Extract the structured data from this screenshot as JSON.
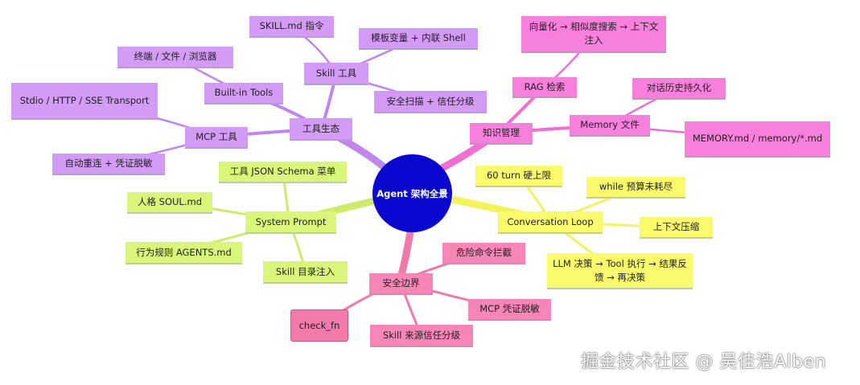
{
  "center": {
    "label": "Agent 架构全景"
  },
  "branches": {
    "tools": {
      "label": "工具生态",
      "skill": {
        "label": "Skill 工具",
        "children": [
          "SKILL.md 指令",
          "模板变量 + 内联 Shell",
          "安全扫描 + 信任分级"
        ]
      },
      "builtin": {
        "label": "Built-in Tools",
        "children": [
          "终端 / 文件 / 浏览器"
        ]
      },
      "mcp": {
        "label": "MCP 工具",
        "children": [
          "Stdio / HTTP / SSE Transport",
          "自动重连 + 凭证脱敏"
        ]
      }
    },
    "knowledge": {
      "label": "知识管理",
      "rag": {
        "label": "RAG 检索",
        "children": [
          "向量化 → 相似度搜索 → 上下文注入"
        ]
      },
      "memory": {
        "label": "Memory 文件",
        "children": [
          "对话历史持久化",
          "MEMORY.md / memory/*.md"
        ]
      }
    },
    "loop": {
      "label": "Conversation Loop",
      "children": [
        "60 turn 硬上限",
        "while 预算未耗尽",
        "上下文压缩",
        "LLM 决策 → Tool 执行 → 结果反馈 → 再决策"
      ]
    },
    "prompt": {
      "label": "System Prompt",
      "children": [
        "工具 JSON Schema 菜单",
        "人格 SOUL.md",
        "行为规则 AGENTS.md",
        "Skill 目录注入"
      ]
    },
    "security": {
      "label": "安全边界",
      "children": [
        "危险命令拦截",
        "MCP 凭证脱敏",
        "Skill 来源信任分级",
        "check_fn"
      ]
    }
  },
  "colors": {
    "center": "#0a07cf",
    "tools": "#d39bf5",
    "knowledge": "#f780dd",
    "loop": "#fafa6d",
    "prompt": "#d9f57a",
    "security": "#f786b8"
  },
  "watermark": "掘金技术社区 @ 吴佳浩Alben"
}
